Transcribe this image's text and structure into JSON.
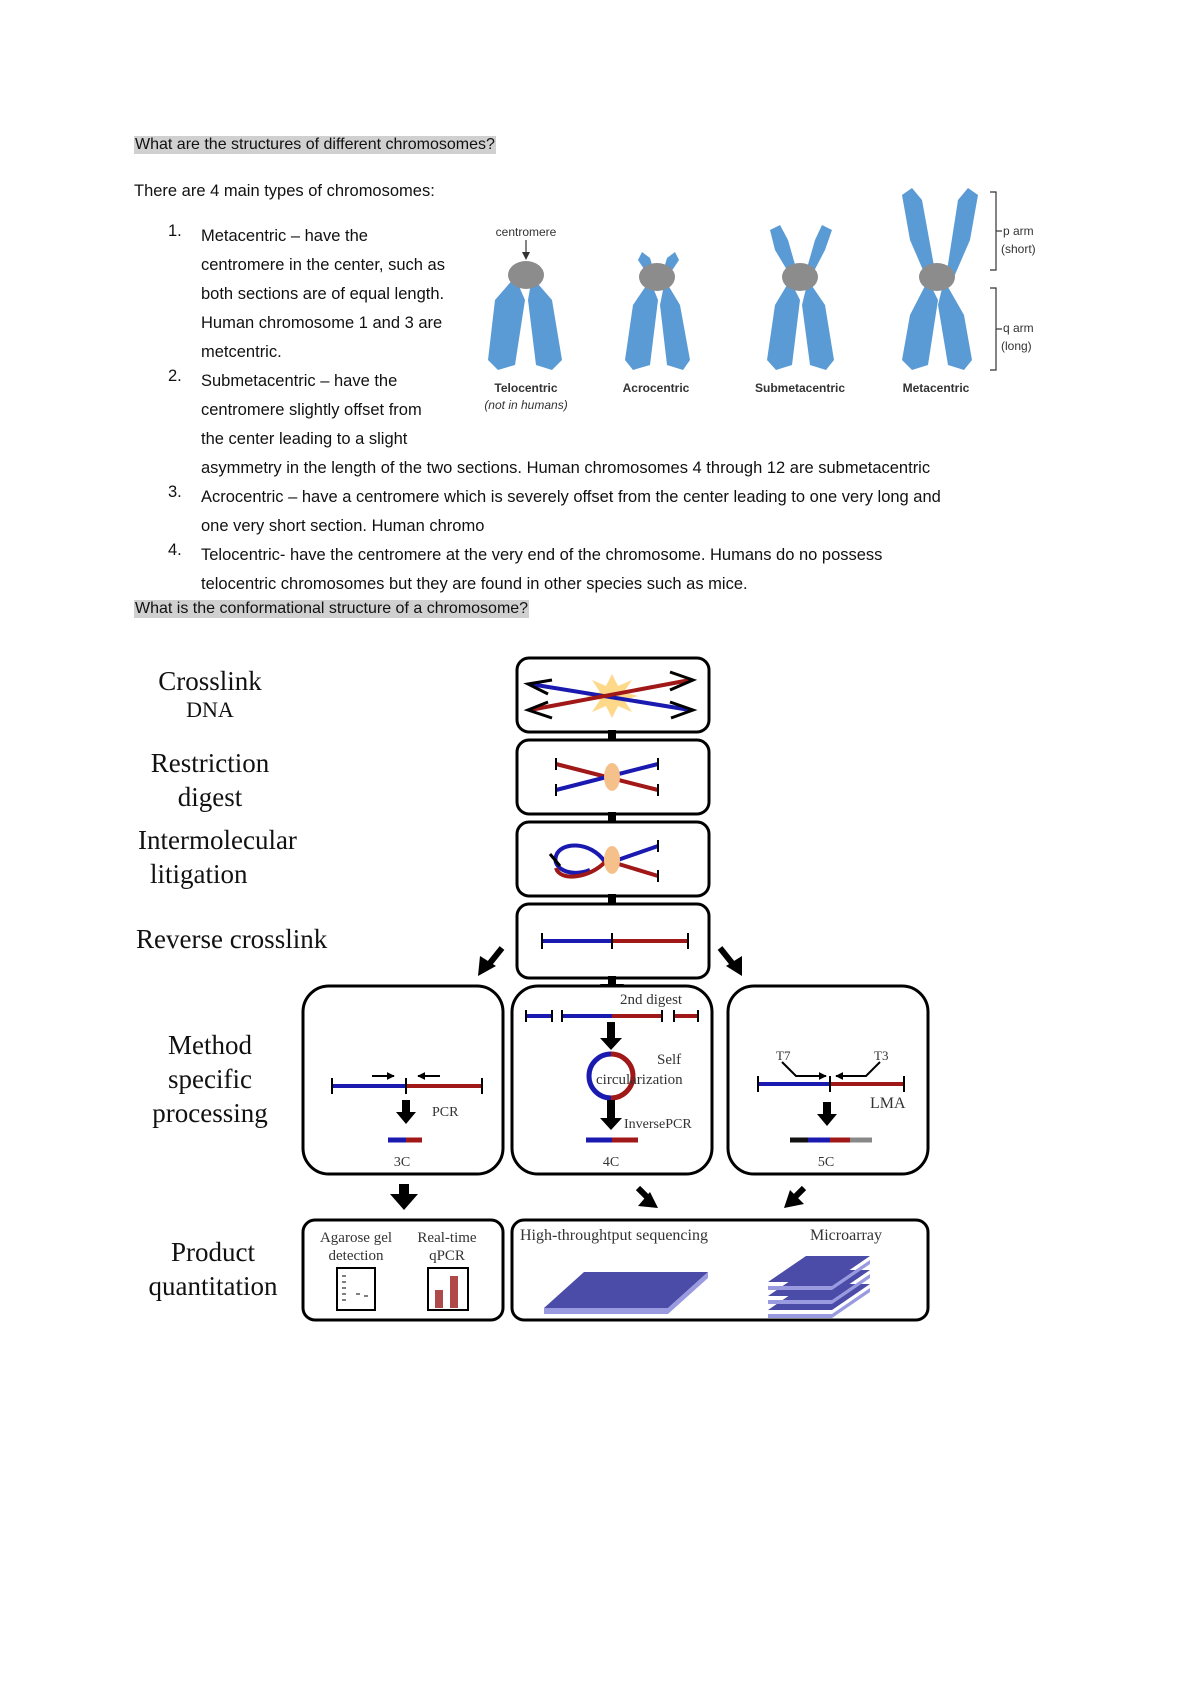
{
  "section1": {
    "heading": "What are the structures of different chromosomes?",
    "intro": "There are 4 main types of chromosomes:",
    "items": [
      {
        "num": "1.",
        "lines": [
          "Metacentric – have the",
          "centromere in the center, such as",
          "both sections are of equal length.",
          "Human chromosome 1 and 3 are",
          "metcentric."
        ]
      },
      {
        "num": "2.",
        "lines": [
          "Submetacentric – have the",
          "centromere slightly offset from",
          "the center leading to  a slight",
          "asymmetry in the length of the two sections. Human chromosomes 4 through 12 are submetacentric"
        ]
      },
      {
        "num": "3.",
        "lines": [
          "Acrocentric – have a centromere which is severely offset from the center leading to one very long and",
          "one very short section. Human chromo"
        ]
      },
      {
        "num": "4.",
        "lines": [
          "Telocentric- have the centromere at the very end of the chromosome. Humans do no possess",
          "telocentric chromosomes but they are found in other species such as mice."
        ]
      }
    ]
  },
  "chromosome_figure": {
    "centromere_label": "centromere",
    "types": [
      "Telocentric",
      "Acrocentric",
      "Submetacentric",
      "Metacentric"
    ],
    "telocentric_note": "(not in humans)",
    "p_arm": [
      "p arm",
      "(short)"
    ],
    "q_arm": [
      "q arm",
      "(long)"
    ],
    "colors": {
      "arm": "#5b9bd5",
      "centromere": "#8c8c8c"
    }
  },
  "section2": {
    "heading": "What is the conformational structure of a chromosome?"
  },
  "workflow": {
    "steps": [
      {
        "lines": [
          "Crosslink",
          "DNA"
        ]
      },
      {
        "lines": [
          "Restriction",
          "digest"
        ]
      },
      {
        "lines": [
          "Intermolecular",
          "litigation"
        ]
      },
      {
        "lines": [
          "Reverse crosslink"
        ]
      },
      {
        "lines": [
          "Method",
          "specific",
          "processing"
        ]
      },
      {
        "lines": [
          "Product",
          "quantitation"
        ]
      }
    ],
    "method_3c": {
      "pcr": "PCR",
      "name": "3C"
    },
    "method_4c": {
      "second_digest": "2nd digest",
      "self": "Self",
      "circ": "circularization",
      "inverse_pcr": "InversePCR",
      "name": "4C"
    },
    "method_5c": {
      "t7": "T7",
      "t3": "T3",
      "lma": "LMA",
      "name": "5C"
    },
    "quant_left": {
      "agarose": [
        "Agarose gel",
        "detection"
      ],
      "realtime": [
        "Real-time",
        "qPCR"
      ]
    },
    "quant_right": {
      "hts": "High-throughtput sequencing",
      "microarray": "Microarray"
    },
    "colors": {
      "blue": "#1a1ab0",
      "red": "#a01818",
      "slab": "#4b4ba8",
      "burst": "#ffd98a",
      "ellipse": "#f5c08a"
    }
  }
}
